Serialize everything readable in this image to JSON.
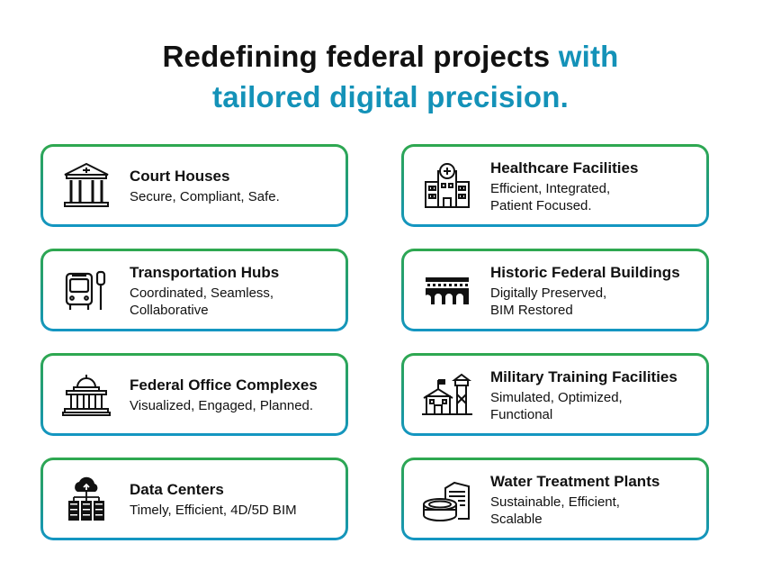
{
  "headline": {
    "part1": "Redefining federal projects ",
    "part2": "with",
    "part3": "tailored digital precision."
  },
  "colors": {
    "accent": "#1492b8",
    "border_top": "#2fa84f",
    "border_bottom": "#1496c3",
    "text": "#111111"
  },
  "cards": [
    {
      "icon": "courthouse-icon",
      "title": "Court Houses",
      "desc1": "Secure, Compliant, Safe.",
      "desc2": ""
    },
    {
      "icon": "hospital-icon",
      "title": "Healthcare Facilities",
      "desc1": "Efficient, Integrated,",
      "desc2": "Patient Focused."
    },
    {
      "icon": "bus-icon",
      "title": "Transportation Hubs",
      "desc1": "Coordinated, Seamless,",
      "desc2": "Collaborative"
    },
    {
      "icon": "historic-building-icon",
      "title": "Historic Federal Buildings",
      "desc1": "Digitally Preserved,",
      "desc2": "BIM Restored"
    },
    {
      "icon": "capitol-dome-icon",
      "title": "Federal Office Complexes",
      "desc1": "Visualized, Engaged, Planned.",
      "desc2": ""
    },
    {
      "icon": "military-facility-icon",
      "title": "Military Training Facilities",
      "desc1": "Simulated, Optimized,",
      "desc2": "Functional"
    },
    {
      "icon": "cloud-server-icon",
      "title": "Data Centers",
      "desc1": "Timely, Efficient, 4D/5D BIM",
      "desc2": ""
    },
    {
      "icon": "water-tank-icon",
      "title": "Water Treatment Plants",
      "desc1": "Sustainable, Efficient,",
      "desc2": "Scalable"
    }
  ]
}
